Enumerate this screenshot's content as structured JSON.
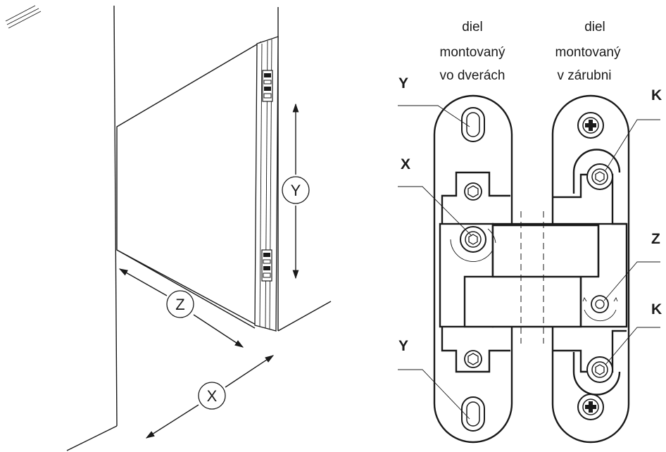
{
  "left_view": {
    "dim_y": "Y",
    "dim_z": "Z",
    "dim_x": "X"
  },
  "right_view": {
    "door_part_line1": "diel",
    "door_part_line2": "montovaný",
    "door_part_line3": "vo dverách",
    "frame_part_line1": "diel",
    "frame_part_line2": "montovaný",
    "frame_part_line3": "v zárubni",
    "label_y_top": "Y",
    "label_x": "X",
    "label_y_bottom": "Y",
    "label_k_top": "K",
    "label_z": "Z",
    "label_k_bottom": "K"
  }
}
